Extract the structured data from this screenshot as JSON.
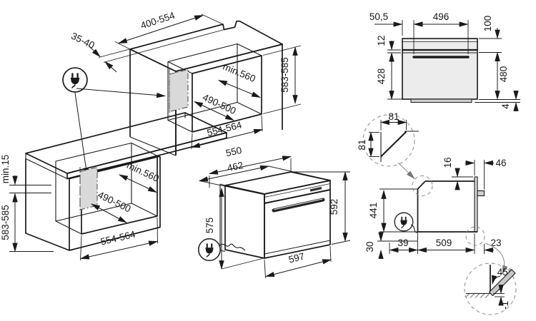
{
  "colors": {
    "line": "#1a1a1a",
    "shade_patch": "#d9d9d9",
    "oven_front": "#e8e8e8",
    "front_view_body": "#ececec",
    "plinth": "#cfcfcf",
    "door_detail": "#c8c8c8"
  },
  "icons": {
    "power_plug": "power-plug-icon"
  },
  "labels": {
    "tall_cabinet": {
      "cutout_width": "400-554",
      "cutout_depth": "35-40",
      "niche_depth": "min.560",
      "vent_zone": "490-500",
      "niche_width": "554-564",
      "niche_height": "583-585"
    },
    "base_cabinet": {
      "worktop_gap": "min.15",
      "niche_height": "583-585",
      "niche_depth": "min.560",
      "vent_zone": "490-500",
      "niche_width": "554-564"
    },
    "oven": {
      "depth": "550",
      "inner_width": "462",
      "side_height": "575",
      "height": "592",
      "width": "597"
    },
    "front_view": {
      "side_to_handle": "50,5",
      "handle_width": "496",
      "top_to_handle": "100",
      "panel_height": "12",
      "lower_height": "428",
      "body_height": "480",
      "plinth": "4"
    },
    "chamfer_detail": {
      "width": "81",
      "height": "81"
    },
    "side_view": {
      "top_lip": "16",
      "handle_depth": "46",
      "rear_height": "441",
      "base_height": "30",
      "rear_gap": "39",
      "depth": "509",
      "handle_gap": "23"
    },
    "door_detail": {
      "open_angle": "45°",
      "clearance": "-1"
    }
  }
}
